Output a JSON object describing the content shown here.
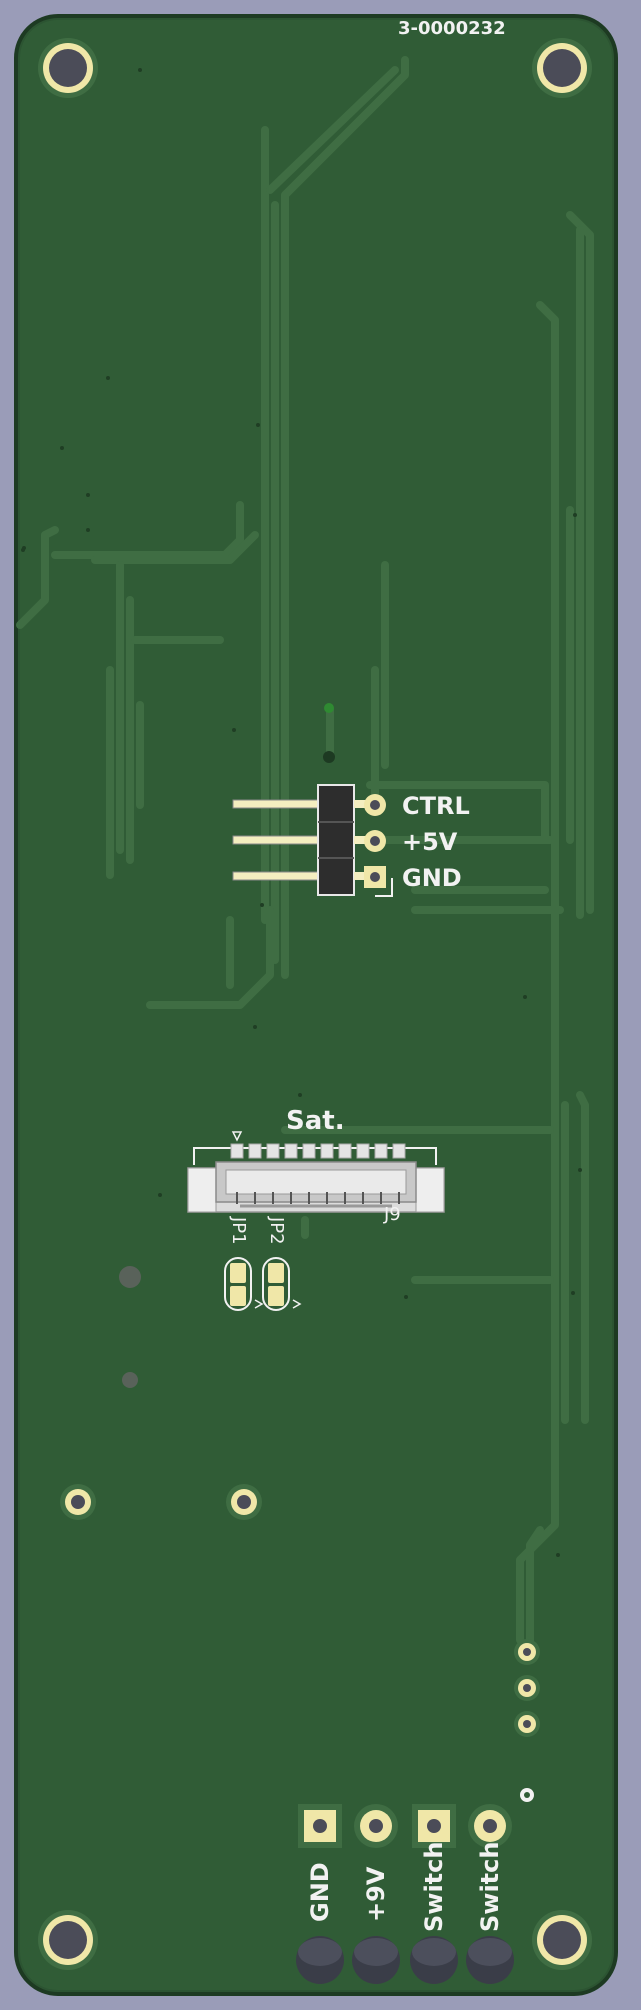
{
  "board": {
    "id_label": "3-0000232"
  },
  "header": {
    "pins": [
      "CTRL",
      "+5V",
      "GND"
    ]
  },
  "connector": {
    "title": "Sat.",
    "ref": "J9"
  },
  "jumpers": {
    "jp1": "JP1",
    "jp2": "JP2"
  },
  "terminals": [
    "GND",
    "+9V",
    "Switch",
    "Switch"
  ],
  "colors": {
    "background": "#9a9cb8",
    "board": "#305c36",
    "copper": "#3f6d43",
    "silkscreen": "#f2f2f2",
    "pad": "#f0e7a8"
  }
}
